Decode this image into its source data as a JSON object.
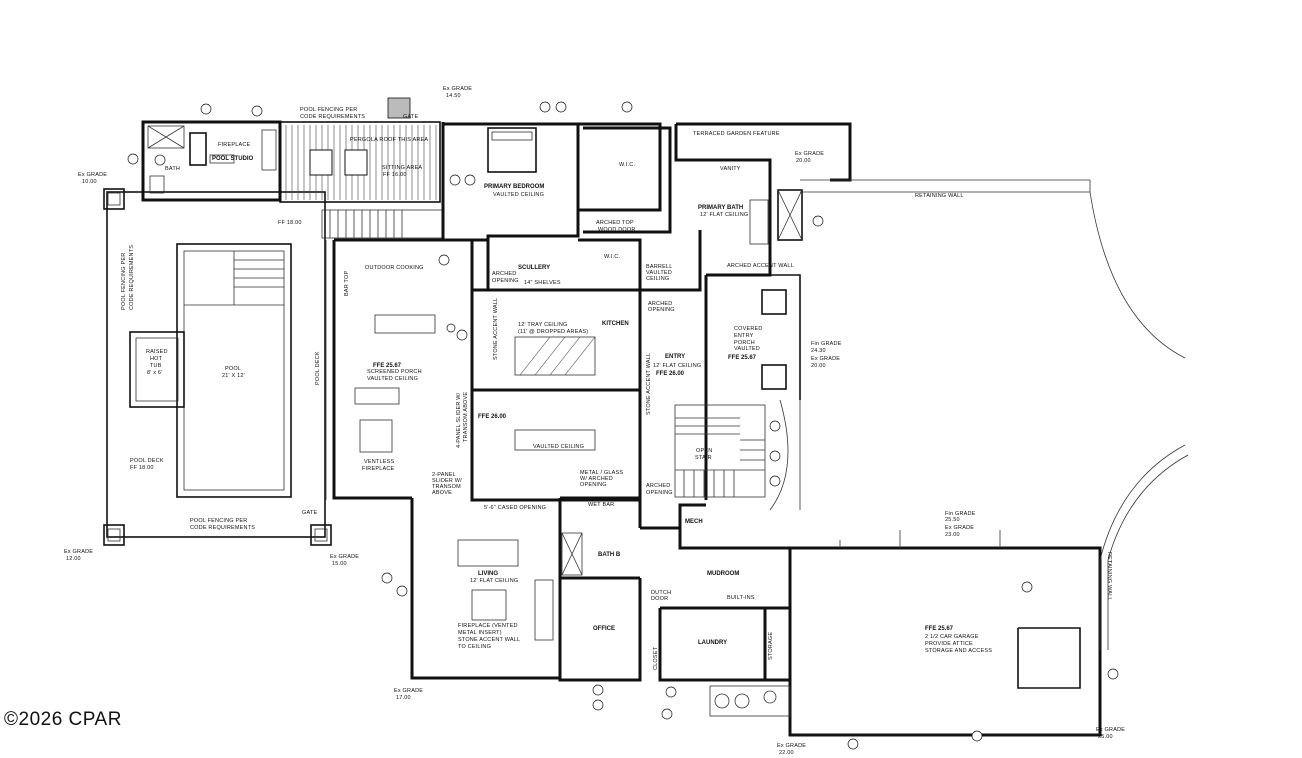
{
  "labels": {
    "pool_fence_top": "POOL FENCING PER",
    "pool_fence_top2": "CODE REQUIREMENTS",
    "pergola": "PERGOLA ROOF THIS AREA",
    "gate_top": "GATE",
    "ex_grade_top": "Ex GRADE",
    "ex_grade_top_val": "14.50",
    "fireplace": "FIREPLACE",
    "pool_studio": "POOL STUDIO",
    "bath": "BATH",
    "sitting_area": "SITTING AREA",
    "sitting_ff": "FF 16.00",
    "ex_grade_left": "Ex GRADE",
    "ex_grade_left_val": "10.00",
    "ff_18": "FF 18.00",
    "primary_bedroom": "PRIMARY BEDROOM",
    "vaulted_ceiling": "VAULTED CEILING",
    "wic": "W.I.C.",
    "wic2": "W.I.C.",
    "terraced_garden": "TERRACED GARDEN FEATURE",
    "vanity": "VANITY",
    "ex_grade_right": "Ex GRADE",
    "ex_grade_right_val": "20.00",
    "retaining_wall": "RETAINING WALL",
    "primary_bath": "PRIMARY BATH",
    "primary_bath_ceiling": "12' FLAT CEILING",
    "arched_top_door": "ARCHED TOP",
    "arched_top_door2": "WOOD DOOR",
    "arched_accent_wall": "ARCHED ACCENT WALL",
    "barrell": "BARRELL",
    "barrell2": "VAULTED",
    "barrell3": "CEILING",
    "outdoor_cooking": "OUTDOOR COOKING",
    "bar_top": "BAR TOP",
    "scullery": "SCULLERY",
    "arched_opening": "ARCHED",
    "arched_opening2": "OPENING",
    "shelves": "14\" SHELVES",
    "pool_fence_left": "POOL FENCING PER",
    "pool_fence_left2": "CODE REQUIREMENTS",
    "pool": "POOL",
    "pool_size": "21' X 12'",
    "raised_hot_tub": "RAISED",
    "raised_hot_tub2": "HOT",
    "raised_hot_tub3": "TUB",
    "raised_hot_tub4": "8' x 6'",
    "pool_deck_v": "POOL DECK",
    "ffe_2567_porch": "FFE 25.67",
    "screened_porch": "SCREENED PORCH",
    "screened_porch2": "VAULTED CEILING",
    "tray_ceiling": "12' TRAY CEILING",
    "tray_ceiling2": "(11' @ DROPPED AREAS)",
    "kitchen": "KITCHEN",
    "stone_accent_wall_v": "STONE ACCENT WALL",
    "arched_opening_entry": "ARCHED",
    "arched_opening_entry2": "OPENING",
    "covered_entry": "COVERED",
    "covered_entry2": "ENTRY",
    "covered_entry3": "PORCH",
    "covered_entry4": "VAULTED",
    "ffe_2567_entry": "FFE 25.67",
    "fin_grade": "Fin GRADE",
    "fin_grade_val": "24.30",
    "ex_grade_mid": "Ex GRADE",
    "ex_grade_mid_val": "20.00",
    "entry": "ENTRY",
    "entry_ceiling": "12' FLAT CEILING",
    "ffe_2600_entry": "FFE 26.00",
    "stone_accent_wall_v2": "STONE ACCENT WALL",
    "ffe_2600_dining": "FFE 26.00",
    "dining_vaulted": "VAULTED CEILING",
    "panel_slider": "4-PANEL SLIDER W/",
    "panel_slider2": "TRANSOM ABOVE",
    "open_stair": "OPEN",
    "open_stair2": "STAIR",
    "pool_deck": "POOL DECK",
    "pool_deck_ff": "FF 18.00",
    "ventless": "VENTLESS",
    "ventless2": "FIREPLACE",
    "slider2": "2-PANEL",
    "slider2b": "SLIDER W/",
    "slider2c": "TRANSOM",
    "slider2d": "ABOVE",
    "metal_glass": "METAL / GLASS",
    "metal_glass2": "W/ ARCHED",
    "metal_glass3": "OPENING",
    "arched_opening_3": "ARCHED",
    "arched_opening_3b": "OPENING",
    "pool_fence_bottom": "POOL FENCING PER",
    "pool_fence_bottom2": "CODE REQUIREMENTS",
    "gate_bottom": "GATE",
    "ex_grade_bl": "Ex GRADE",
    "ex_grade_bl_val": "12.00",
    "ex_grade_bl2": "Ex GRADE",
    "ex_grade_bl2_val": "15.00",
    "cased_opening": "5'-6\" CASED OPENING",
    "wet_bar": "WET BAR",
    "mech": "MECH",
    "fin_grade_garage": "Fin GRADE",
    "fin_grade_garage_val": "25.50",
    "ex_grade_garage": "Ex GRADE",
    "ex_grade_garage_val": "23.00",
    "retaining_wall_v": "RETAINING WALL",
    "living": "LIVING",
    "living_ceiling": "12' FLAT CEILING",
    "bath_b": "BATH B",
    "mudroom": "MUDROOM",
    "dutch_door": "DUTCH",
    "dutch_door2": "DOOR",
    "builtins": "BUILT-INS",
    "office": "OFFICE",
    "laundry": "LAUNDRY",
    "storage": "STORAGE",
    "closet": "CLOSET",
    "ffe_garage": "FFE 25.67",
    "garage": "2 1/2 CAR GARAGE",
    "attic": "PROVIDE ATTICE",
    "attic2": "STORAGE AND ACCESS",
    "fireplace_vented": "FIREPLACE (VENTED",
    "fireplace_vented2": "METAL INSERT)",
    "fireplace_vented3": "STONE ACCENT WALL",
    "fireplace_vented4": "TO CEILING",
    "ex_grade_bottom": "Ex GRADE",
    "ex_grade_bottom_val": "17.00",
    "ex_grade_bottom2": "Ex GRADE",
    "ex_grade_bottom2_val": "22.00",
    "ex_grade_br": "Ex GRADE",
    "ex_grade_br_val": "25.00"
  },
  "copyright": "©2026 CPAR"
}
